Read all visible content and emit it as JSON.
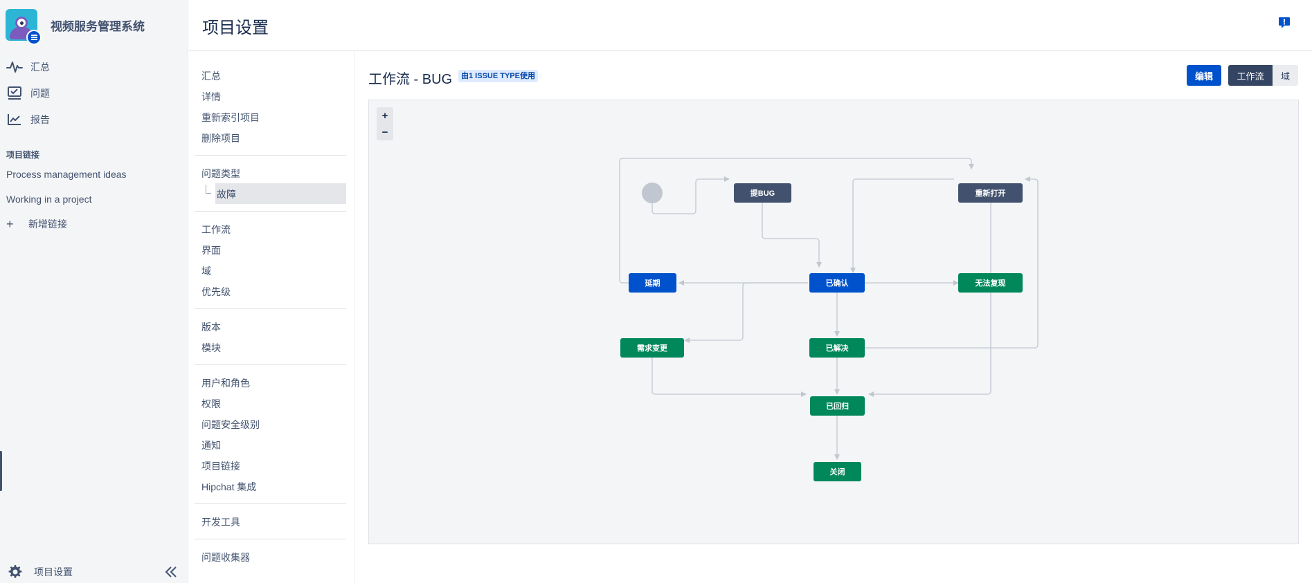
{
  "sidebar": {
    "project_name": "视频服务管理系统",
    "nav": [
      {
        "label": "汇总",
        "icon": "pulse-icon"
      },
      {
        "label": "问题",
        "icon": "issues-icon"
      },
      {
        "label": "报告",
        "icon": "chart-icon"
      }
    ],
    "links_title": "项目链接",
    "links": [
      "Process management ideas",
      "Working in a project"
    ],
    "add_link": "新增链接",
    "footer_label": "项目设置"
  },
  "header": {
    "title": "项目设置"
  },
  "settings_nav": {
    "group1": [
      "汇总",
      "详情",
      "重新索引项目",
      "删除项目"
    ],
    "group2": [
      "问题类型"
    ],
    "selected_sub": "故障",
    "group3": [
      "工作流",
      "界面",
      "域",
      "优先级"
    ],
    "group4": [
      "版本",
      "模块"
    ],
    "group5": [
      "用户和角色",
      "权限",
      "问题安全级别",
      "通知",
      "项目链接",
      "Hipchat 集成"
    ],
    "group6": [
      "开发工具"
    ],
    "group7": [
      "问题收集器"
    ]
  },
  "workflow": {
    "title": "工作流 - BUG",
    "usage_tag": "由1 ISSUE TYPE使用",
    "edit_label": "编辑",
    "view_workflow": "工作流",
    "view_field": "域",
    "zoom_in": "+",
    "zoom_out": "−",
    "nodes": {
      "submit_bug": "提BUG",
      "reopen": "重新打开",
      "postpone": "延期",
      "confirmed": "已确认",
      "cannot_reproduce": "无法复现",
      "requirement_change": "需求变更",
      "resolved": "已解决",
      "regressed": "已回归",
      "closed": "关闭"
    }
  },
  "colors": {
    "status_todo": "#42526e",
    "status_in_progress": "#0052cc",
    "status_done": "#00875a",
    "primary": "#0052cc"
  }
}
